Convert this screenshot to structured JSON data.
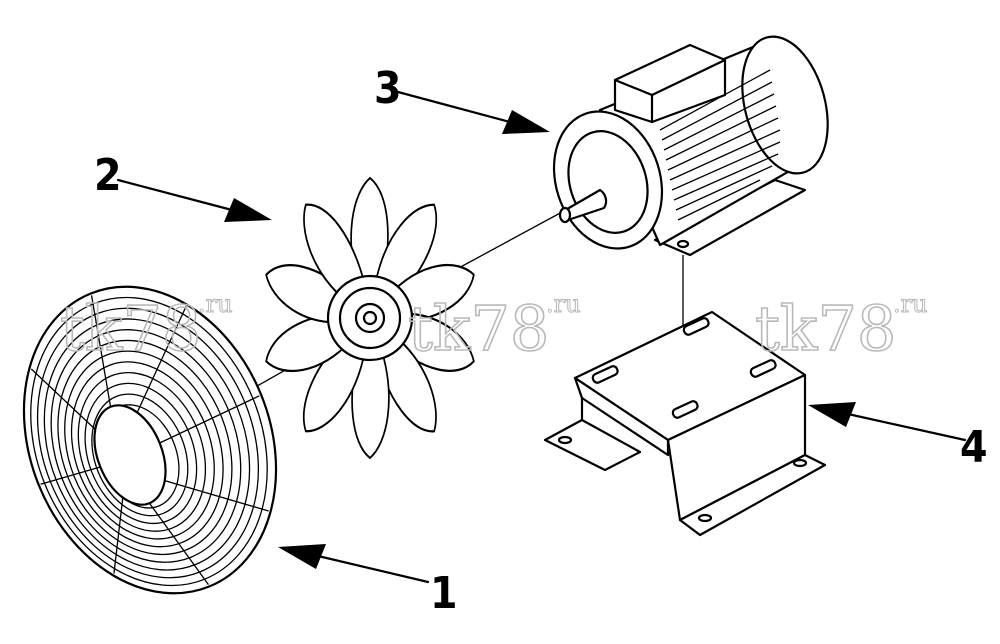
{
  "callouts": [
    {
      "id": "1",
      "label": "1"
    },
    {
      "id": "2",
      "label": "2"
    },
    {
      "id": "3",
      "label": "3"
    },
    {
      "id": "4",
      "label": "4"
    }
  ],
  "watermark": {
    "text": "tk78",
    "sup": ".ru"
  },
  "colors": {
    "ink": "#000000",
    "watermark": "#b9b9b9",
    "background": "#ffffff"
  }
}
